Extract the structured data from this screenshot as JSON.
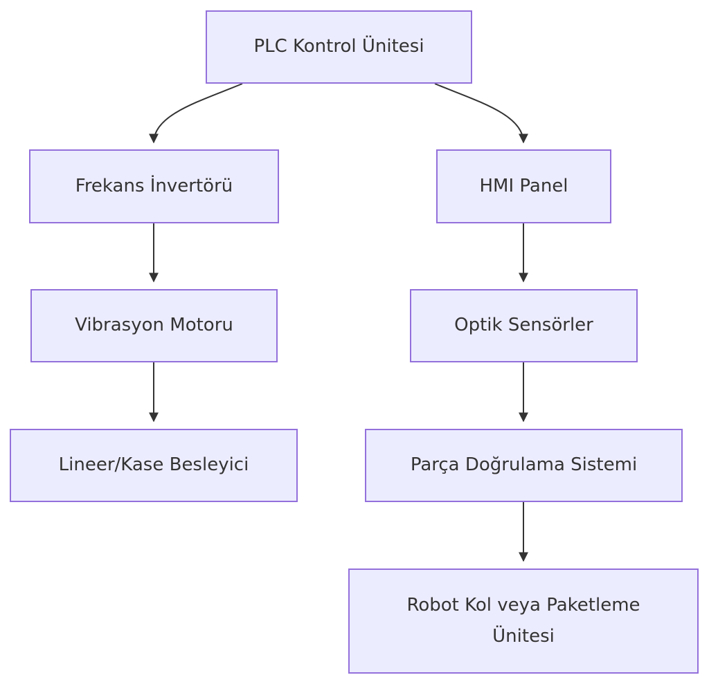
{
  "nodes": {
    "plc": "PLC Kontrol Ünitesi",
    "inverter": "Frekans İnvertörü",
    "hmi": "HMI Panel",
    "motor": "Vibrasyon Motoru",
    "sensors": "Optik Sensörler",
    "feeder": "Lineer/Kase Besleyici",
    "verify": "Parça Doğrulama Sistemi",
    "robot": "Robot Kol veya Paketleme Ünitesi"
  },
  "edges": [
    {
      "from": "plc",
      "to": "inverter"
    },
    {
      "from": "plc",
      "to": "hmi"
    },
    {
      "from": "inverter",
      "to": "motor"
    },
    {
      "from": "motor",
      "to": "feeder"
    },
    {
      "from": "hmi",
      "to": "sensors"
    },
    {
      "from": "sensors",
      "to": "verify"
    },
    {
      "from": "verify",
      "to": "robot"
    }
  ],
  "colors": {
    "node_fill": "#ececff",
    "node_border": "#9370db",
    "edge": "#333333",
    "text": "#333333"
  }
}
